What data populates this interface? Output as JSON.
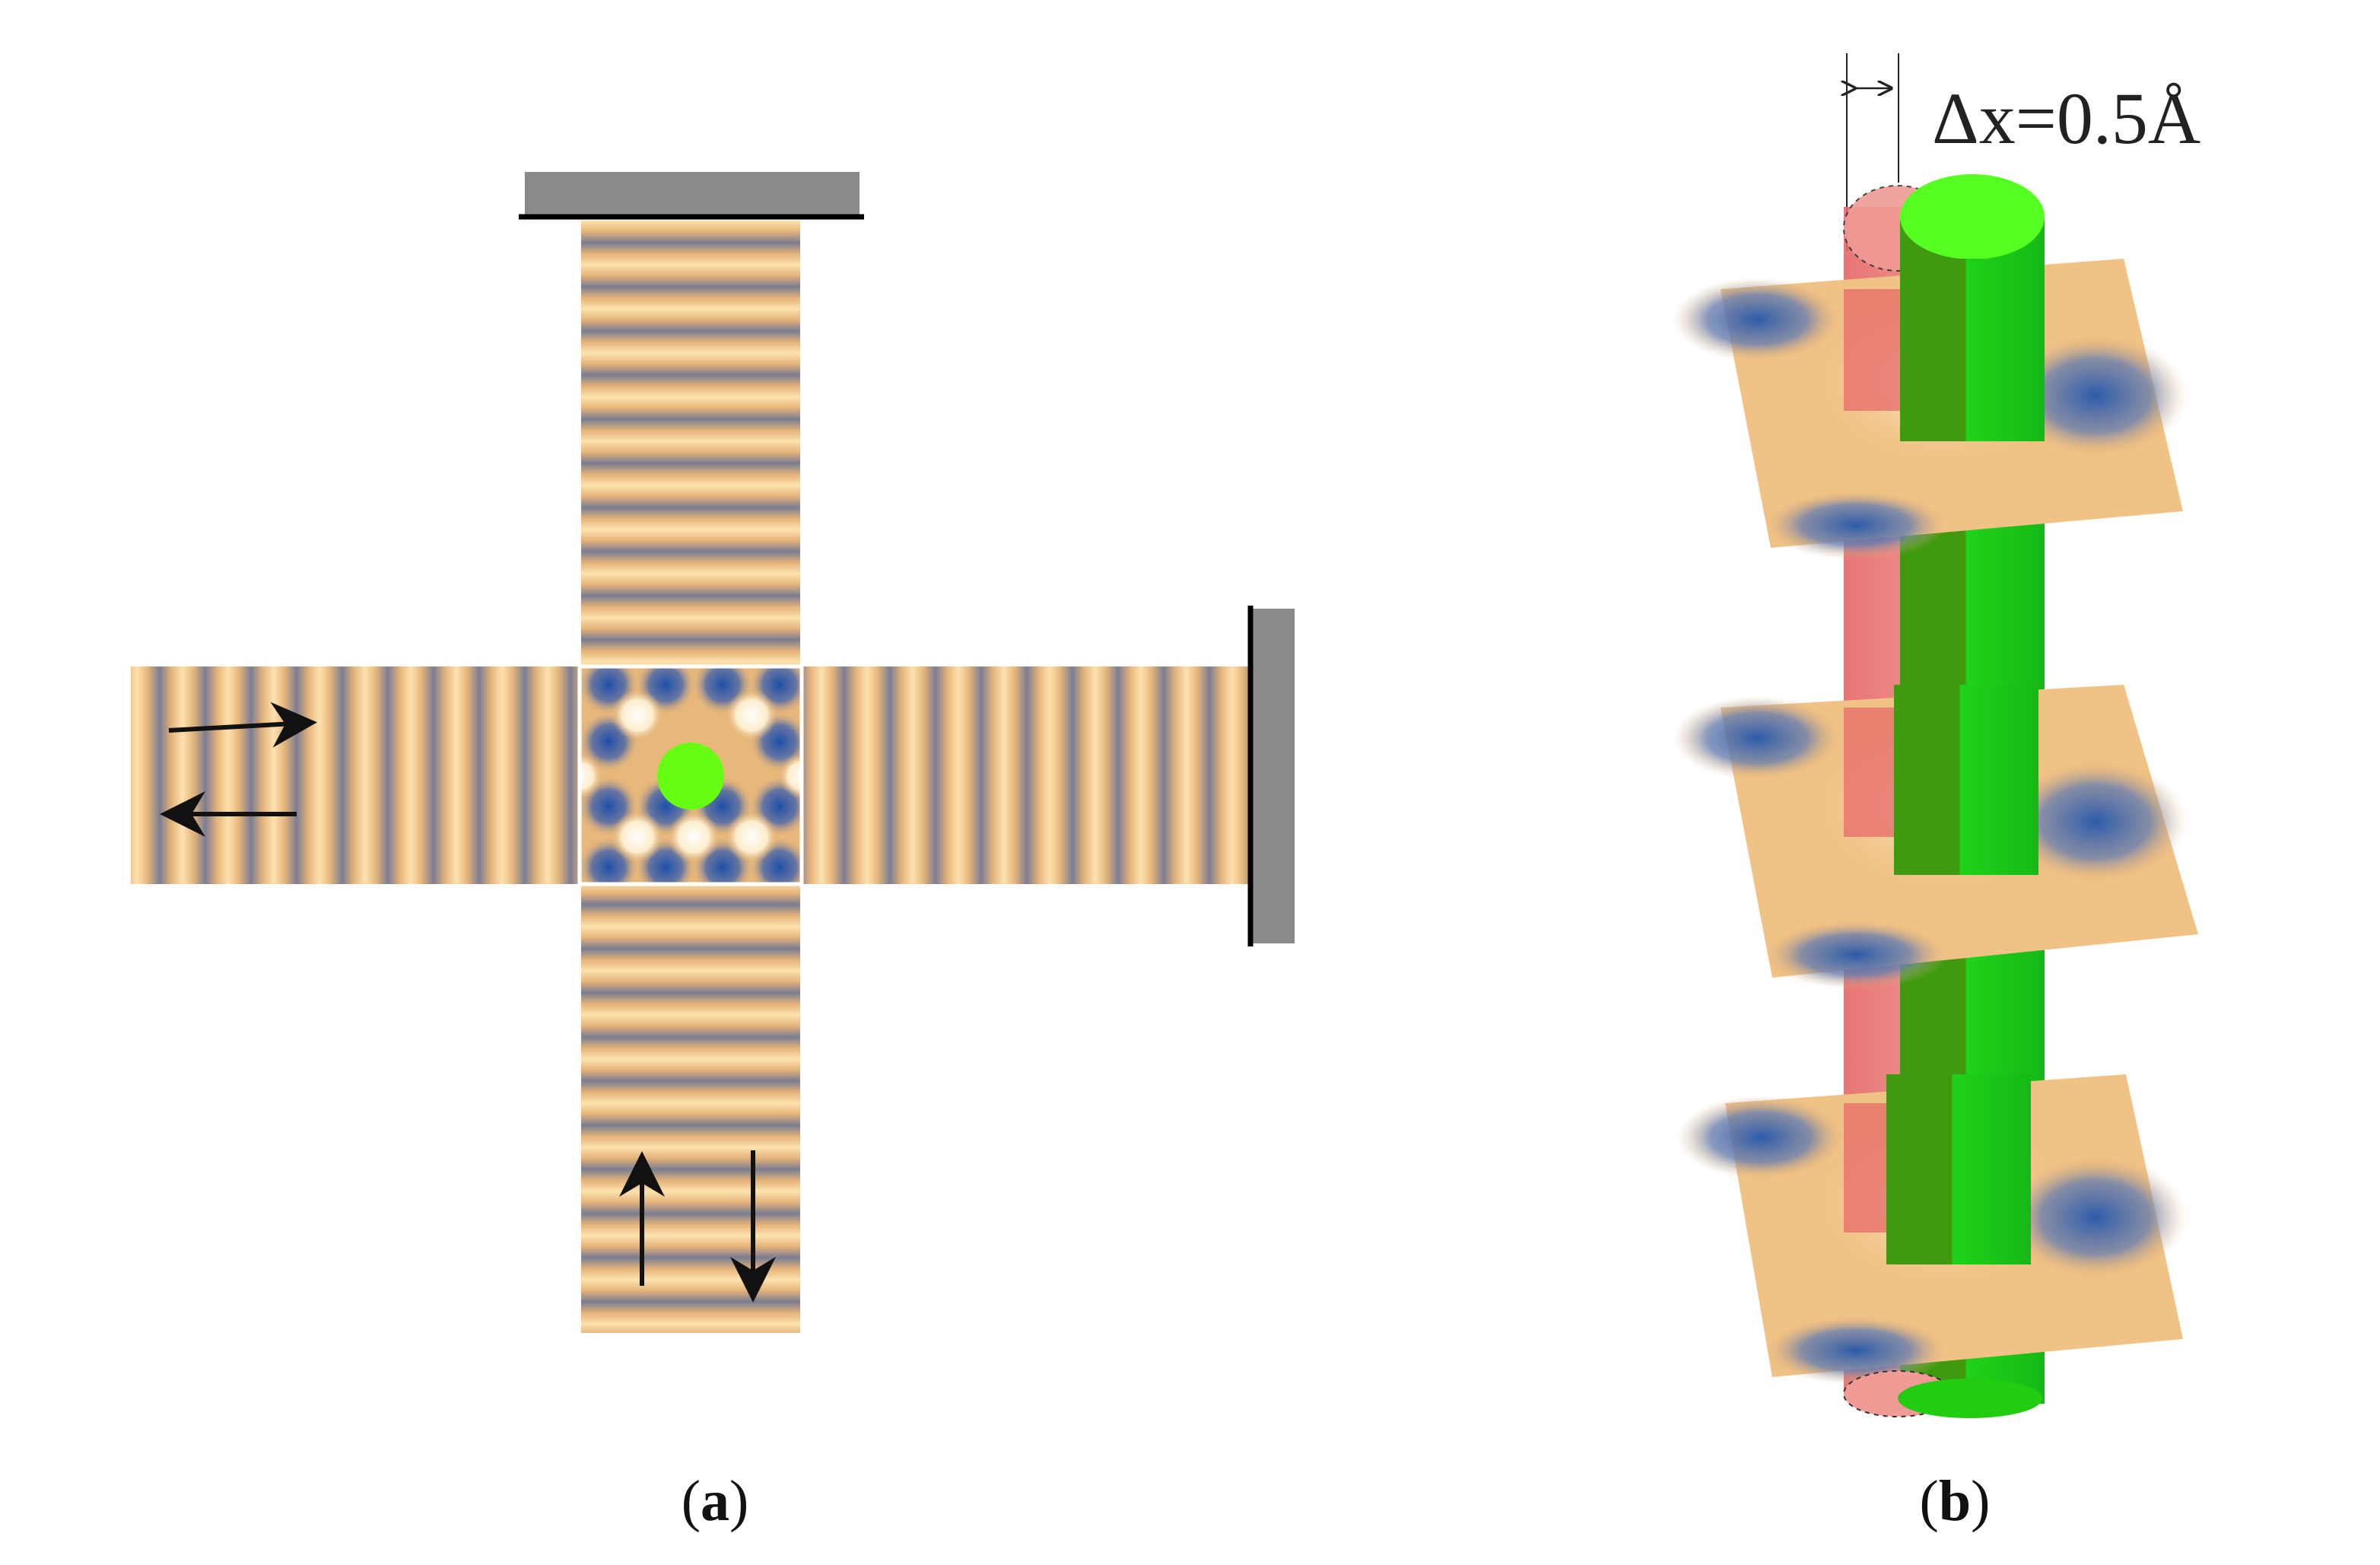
{
  "panel_a": {
    "caption_open": "(",
    "caption_letter": "a",
    "caption_close": ")"
  },
  "panel_b": {
    "caption_open": "(",
    "caption_letter": "b",
    "caption_close": ")",
    "displacement_label": "Δx=0.5Å"
  },
  "colors": {
    "fringe_light": "#fde2ad",
    "fringe_orange": "#e3b279",
    "fringe_gray": "#7a7d92",
    "fringe_blue": "#3a5faa",
    "mirror_gray": "#8a8a8d",
    "atom_green": "#66ff11",
    "cylinder_green": "#22dd11",
    "cylinder_red": "#e87a78"
  }
}
